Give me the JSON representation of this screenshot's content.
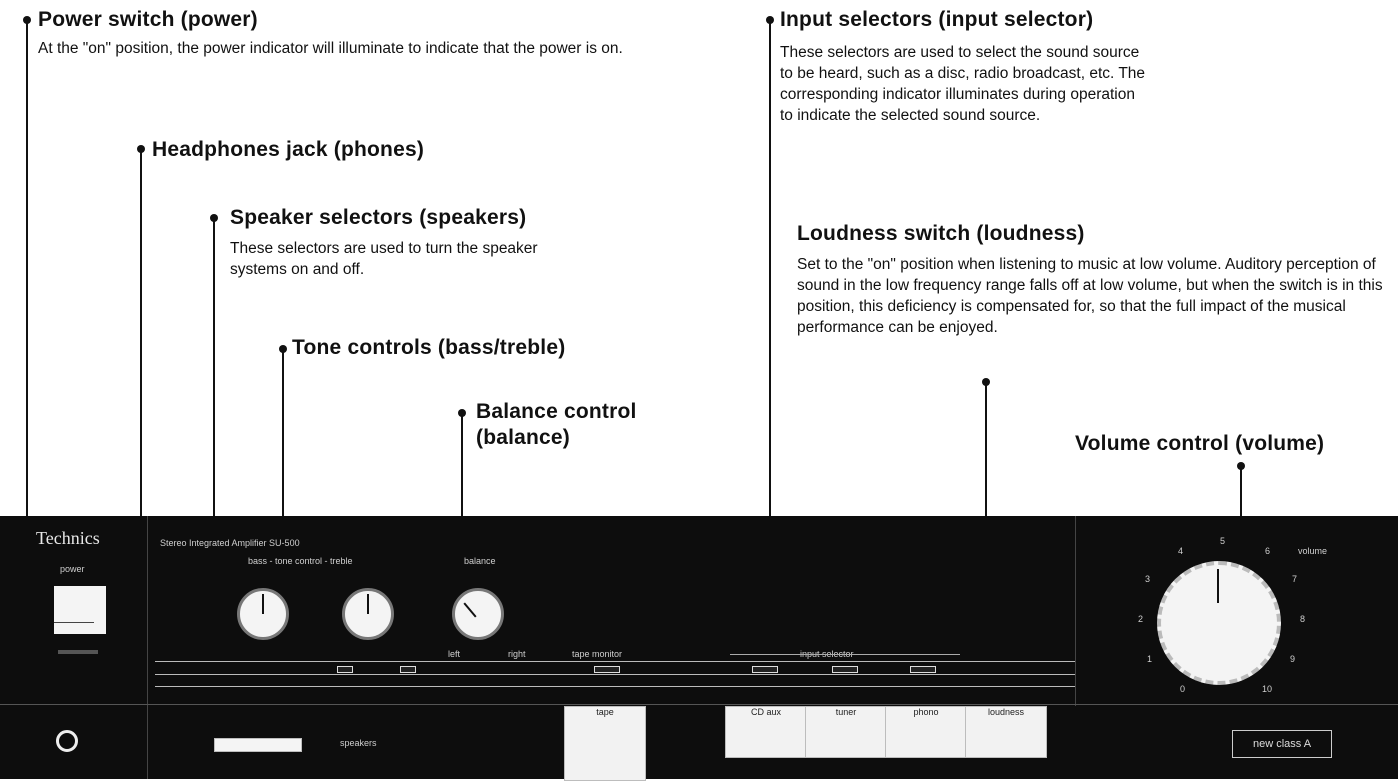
{
  "callouts": {
    "power": {
      "title": "Power switch (power)",
      "desc": "At the \"on\" position, the power indicator will illuminate to indicate that the power is on."
    },
    "headphones": {
      "title": "Headphones jack (phones)"
    },
    "speakers": {
      "title": "Speaker selectors (speakers)",
      "desc": "These selectors are used to turn the speaker systems on and off."
    },
    "tone": {
      "title": "Tone controls (bass/treble)"
    },
    "balance": {
      "title_line1": "Balance control",
      "title_line2": "(balance)"
    },
    "input": {
      "title": "Input selectors (input selector)",
      "desc": "These selectors are used to select the sound source to be heard, such as a disc, radio broadcast, etc. The corresponding indicator illuminates during operation to indicate the selected sound source."
    },
    "loudness": {
      "title": "Loudness switch (loudness)",
      "desc": "Set to the \"on\" position when listening to music at low volume. Auditory perception of sound in the low frequency range falls off at low volume, but when the switch is in this position, this deficiency is compensated for, so that the full impact of the musical performance can be enjoyed."
    },
    "volume": {
      "title": "Volume control (volume)"
    }
  },
  "panel": {
    "brand": "Technics",
    "power_label": "power",
    "model": "Stereo Integrated Amplifier SU-500",
    "tone_label": "bass - tone control - treble",
    "balance_label": "balance",
    "balance_left": "left",
    "balance_right": "right",
    "tape_monitor": "tape monitor",
    "input_selector_label": "input selector",
    "volume_label": "volume",
    "volume_marks": [
      "0",
      "1",
      "2",
      "3",
      "4",
      "5",
      "6",
      "7",
      "8",
      "9",
      "10"
    ],
    "speakers_label": "speakers",
    "buttons": {
      "tape": "tape",
      "cd_aux": "CD aux",
      "tuner": "tuner",
      "phono": "phono",
      "loudness": "loudness"
    },
    "new_class_badge": "new class A"
  }
}
